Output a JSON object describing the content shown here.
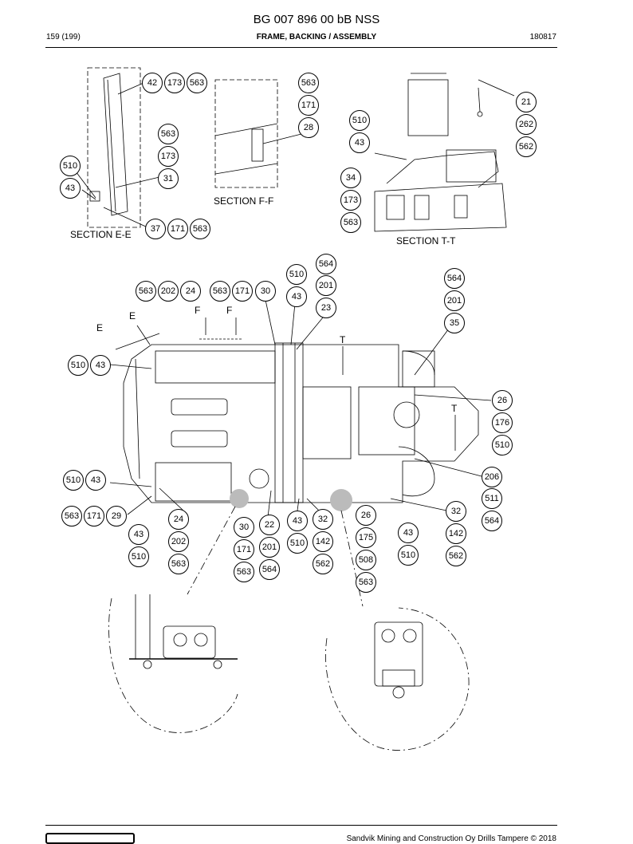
{
  "header": {
    "doc_number": "BG 007 896 00 bB NSS",
    "page": "159 (199)",
    "title": "FRAME, BACKING / ASSEMBLY",
    "code": "180817"
  },
  "footer": {
    "copyright": "Sandvik Mining and Construction Oy Drills Tampere © 2018"
  },
  "sections": {
    "ee": "SECTION E-E",
    "ff": "SECTION F-F",
    "tt": "SECTION T-T"
  },
  "view_letters": {
    "e1": "E",
    "e2": "E",
    "f1": "F",
    "f2": "F",
    "t1": "T",
    "t2": "T"
  },
  "callouts": [
    "42",
    "173",
    "563",
    "563",
    "173",
    "31",
    "510",
    "43",
    "37",
    "171",
    "563",
    "563",
    "171",
    "28",
    "510",
    "43",
    "34",
    "173",
    "563",
    "21",
    "262",
    "562",
    "564",
    "510",
    "201",
    "43",
    "23",
    "563",
    "202",
    "24",
    "563",
    "171",
    "30",
    "564",
    "201",
    "35",
    "510",
    "43",
    "26",
    "176",
    "510",
    "510",
    "43",
    "206",
    "511",
    "564",
    "563",
    "171",
    "29",
    "24",
    "202",
    "563",
    "43",
    "510",
    "30",
    "171",
    "563",
    "22",
    "201",
    "564",
    "43",
    "510",
    "32",
    "142",
    "562",
    "26",
    "175",
    "508",
    "563",
    "43",
    "510",
    "32",
    "142",
    "562"
  ]
}
